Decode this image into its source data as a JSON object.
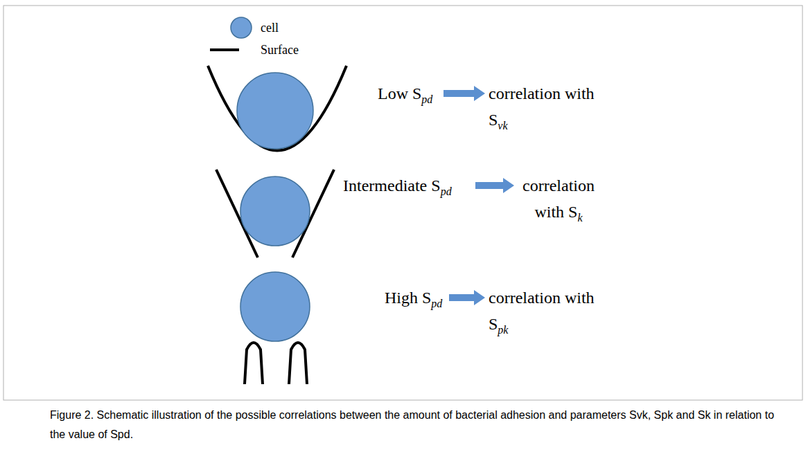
{
  "diagram": {
    "caption": "Figure 2. Schematic illustration of the possible correlations between the amount of bacterial adhesion and parameters Svk, Spk and Sk in relation to the value of Spd.",
    "labels": [
      "Low S",
      "pd",
      "correlation with S",
      "vk",
      "Intermediate S",
      "pd",
      "correlation with S",
      "k",
      "High S",
      "pd",
      "correlation with S",
      "pk"
    ],
    "legend": [
      {
        "text": "cell",
        "color": "#6f9fd8"
      },
      {
        "text": "Surface"
      }
    ]
  }
}
